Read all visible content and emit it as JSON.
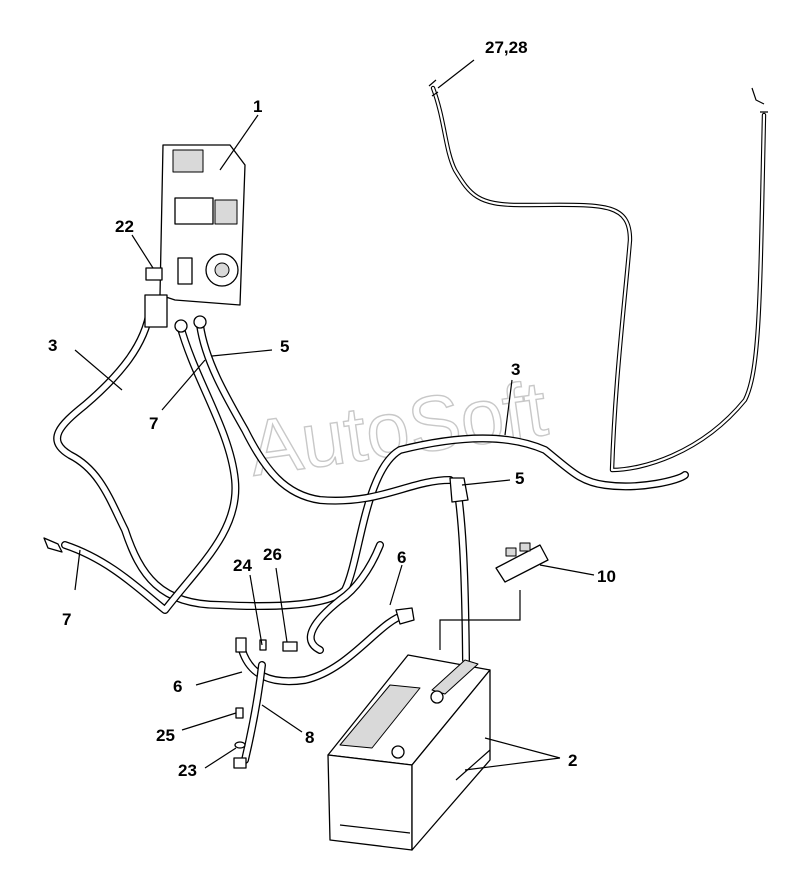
{
  "watermark": "AutoSoft",
  "callouts": {
    "c1": "1",
    "c2": "2",
    "c3a": "3",
    "c3b": "3",
    "c5a": "5",
    "c5b": "5",
    "c6a": "6",
    "c6b": "6",
    "c7a": "7",
    "c7b": "7",
    "c8": "8",
    "c10": "10",
    "c22": "22",
    "c23": "23",
    "c24": "24",
    "c25": "25",
    "c26": "26",
    "c27": "27,28"
  }
}
